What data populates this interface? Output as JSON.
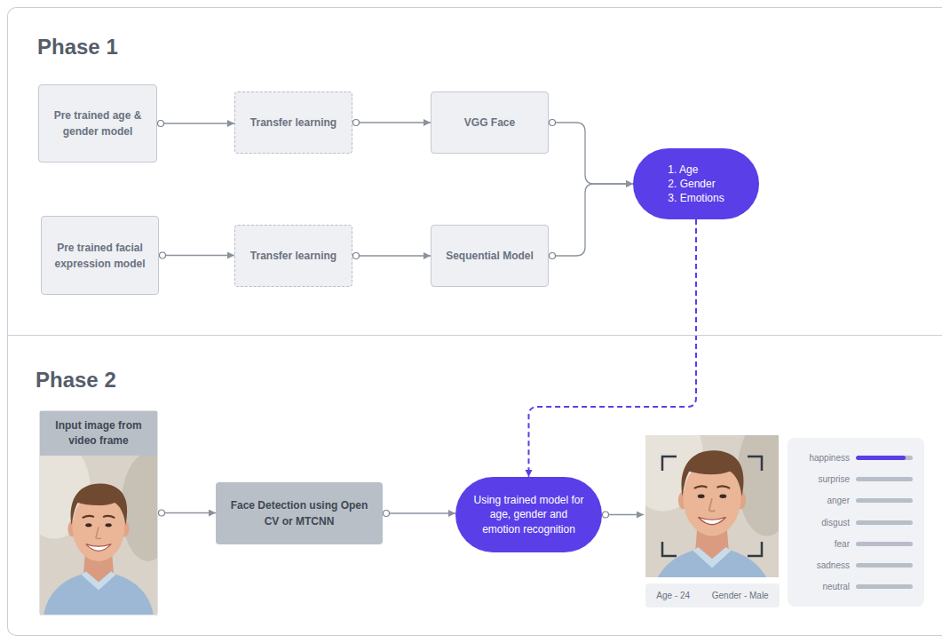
{
  "diagram": {
    "nodes": [
      {
        "text": [
          "Phase 1"
        ]
      },
      {
        "text": [
          "Pre trained age & gender model"
        ],
        "in": 0
      },
      {
        "text": [
          "Transfer learning"
        ],
        "in": 0
      },
      {
        "text": [
          "VGG Face"
        ],
        "in": 0
      },
      {
        "text": [
          "Pre trained facial expression model"
        ],
        "in": 0
      },
      {
        "text": [
          "Transfer learning"
        ],
        "in": 0
      },
      {
        "text": [
          "Sequential Model"
        ],
        "in": 0
      },
      {
        "text": [
          "1. Age",
          "2. Gender",
          "3. Emotions"
        ],
        "in": 0
      },
      {
        "text": [
          "Phase 2"
        ]
      },
      {
        "text": [
          "Input image from video frame"
        ],
        "in": 8
      },
      {
        "text": [
          "Face Detection using Open CV or MTCNN"
        ],
        "in": 8
      },
      {
        "text": [
          "Using trained model for age, gender and emotion recognition"
        ],
        "in": 8
      },
      {
        "text": [
          "Age - 24",
          "Gender - Male"
        ],
        "in": 8
      },
      {
        "text": [
          "happiness",
          "surprise",
          "anger",
          "disgust",
          "fear",
          "sadness",
          "neutral"
        ],
        "in": 8
      }
    ],
    "edges": [
      {
        "from": 1,
        "to": 2,
        "arrow": "to"
      },
      {
        "from": 2,
        "to": 3,
        "arrow": "to"
      },
      {
        "from": 4,
        "to": 5,
        "arrow": "to"
      },
      {
        "from": 5,
        "to": 6,
        "arrow": "to"
      },
      {
        "from": 3,
        "to": 7,
        "arrow": "to"
      },
      {
        "from": 6,
        "to": 7,
        "arrow": "to"
      },
      {
        "from": 7,
        "to": 11,
        "arrow": "to"
      },
      {
        "from": 9,
        "to": 10,
        "arrow": "to"
      },
      {
        "from": 10,
        "to": 11,
        "arrow": "to"
      },
      {
        "from": 11,
        "to": 12,
        "arrow": "to"
      }
    ]
  }
}
